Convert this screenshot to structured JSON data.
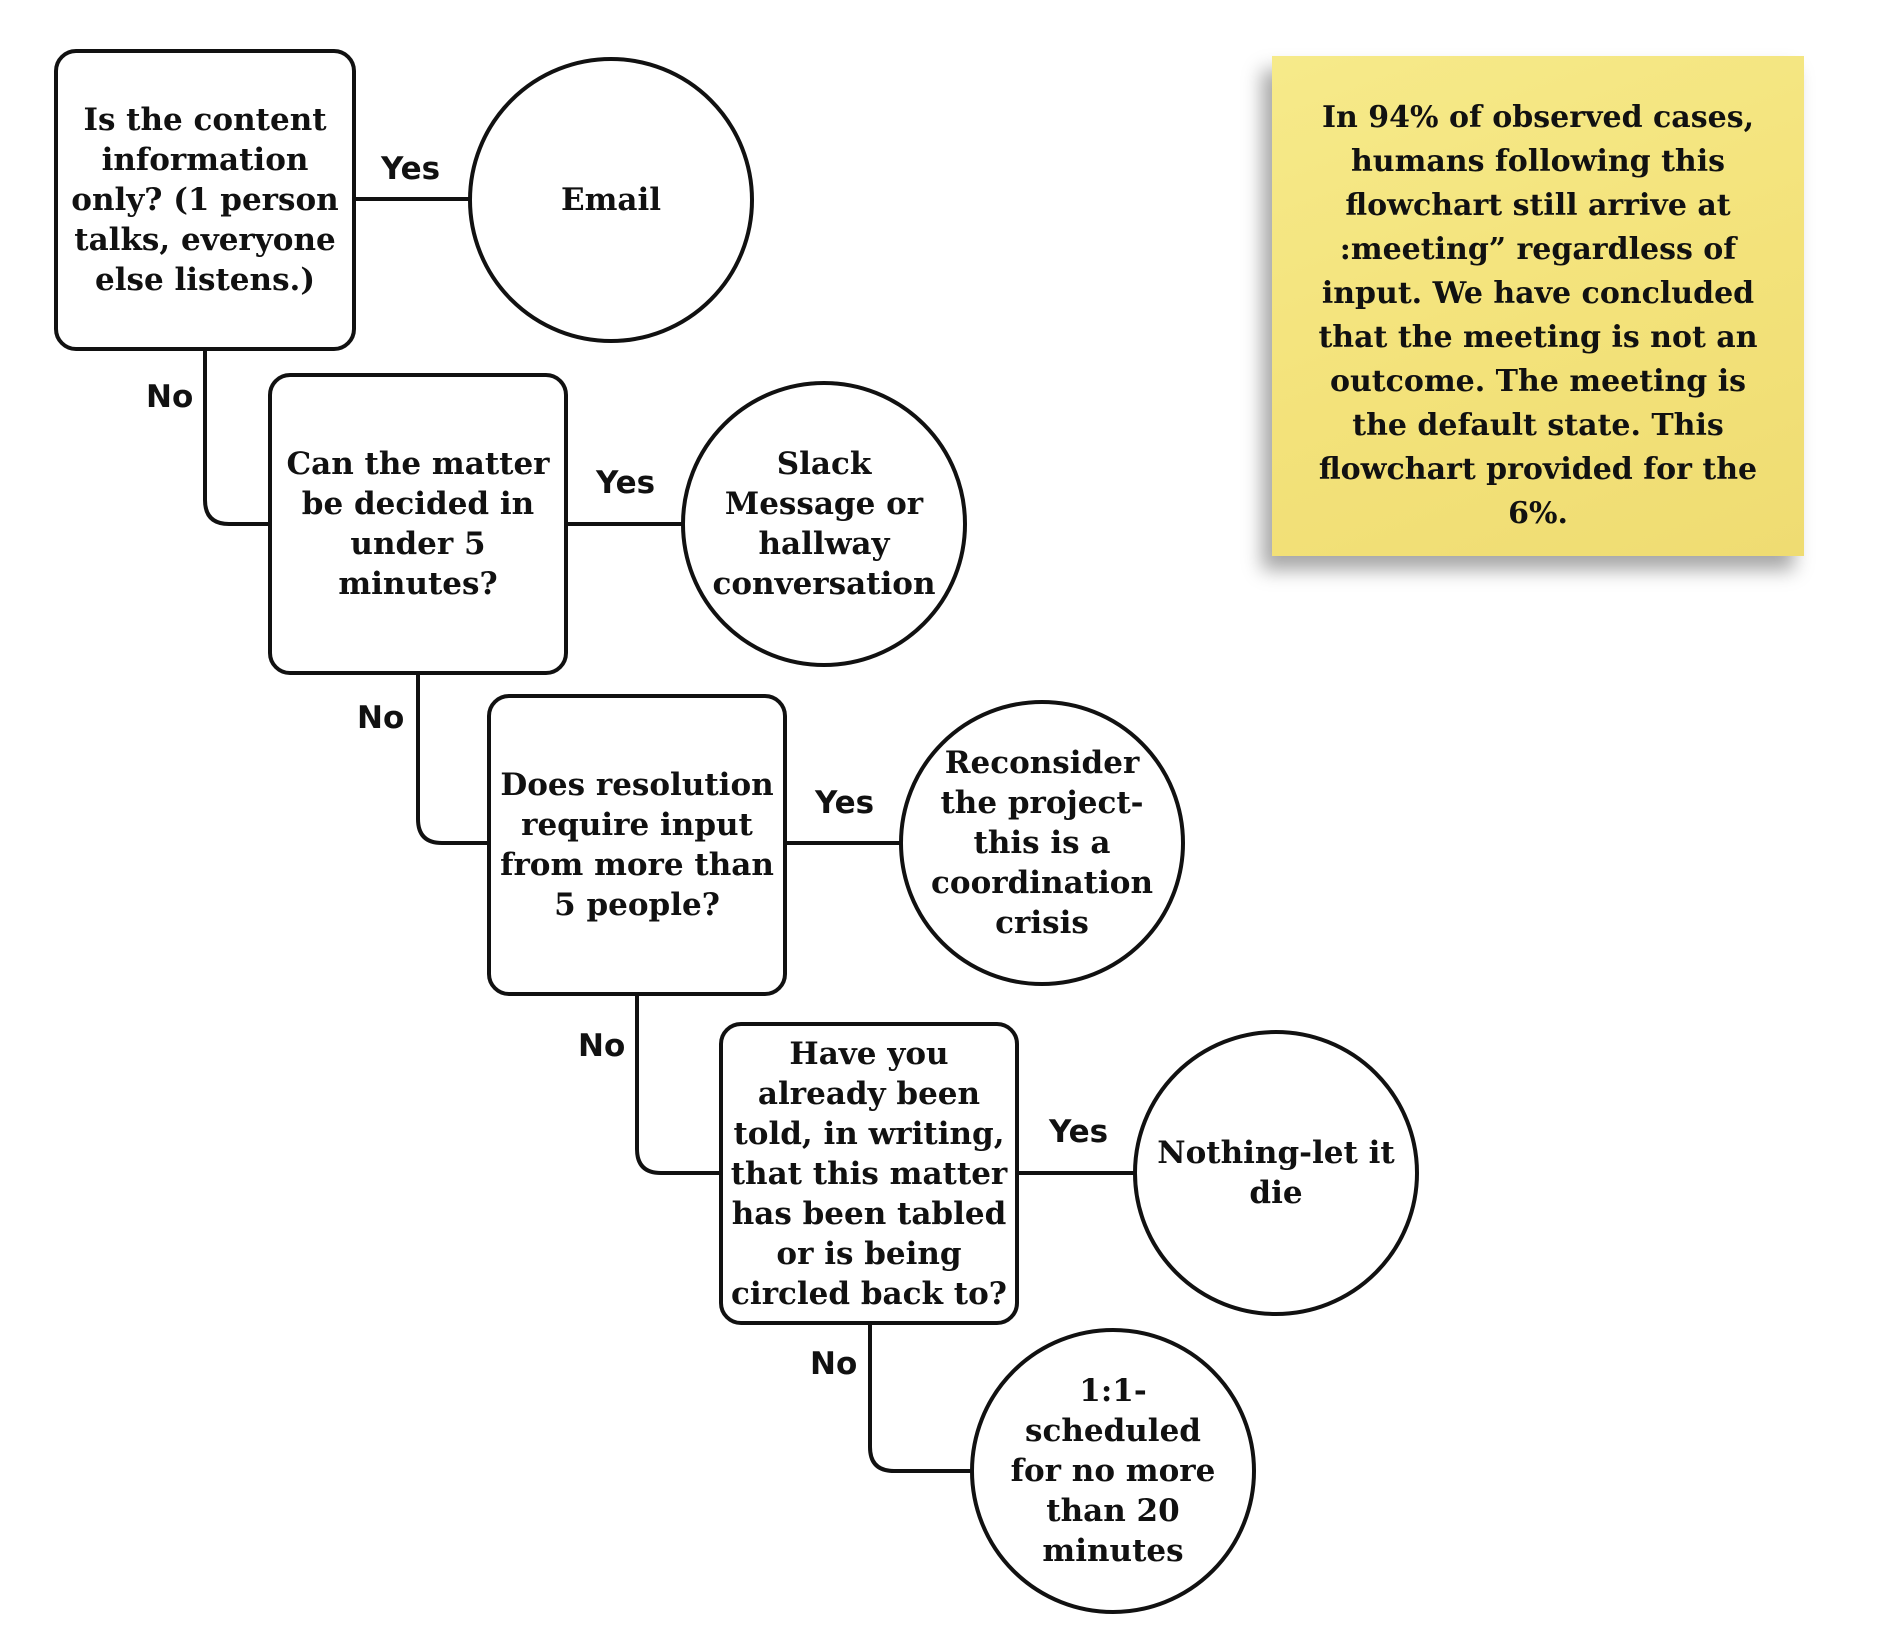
{
  "flowchart": {
    "q1": "Is the content information only? (1 person talks, everyone else listens.)",
    "q2": "Can the matter be decided in under 5 minutes?",
    "q3": "Does resolution require input from more than 5 people?",
    "q4": "Have you already been told, in writing, that this matter has been tabled or is being circled back to?",
    "o1": "Email",
    "o2": "Slack Message or hallway conversation",
    "o3": "Reconsider the project-this is a coordination crisis",
    "o4": "Nothing-let it die",
    "o5": "1:1-scheduled for no more than 20 minutes",
    "yes_label": "Yes",
    "no_label": "No"
  },
  "note": {
    "text": "In 94% of observed cases, humans following this flowchart still arrive at :meeting” regardless of input. We have concluded that the meeting is not an outcome. The meeting is the default state. This flowchart provided for the 6%."
  },
  "colors": {
    "stroke": "#111111",
    "note_background": "#f4e47c"
  }
}
